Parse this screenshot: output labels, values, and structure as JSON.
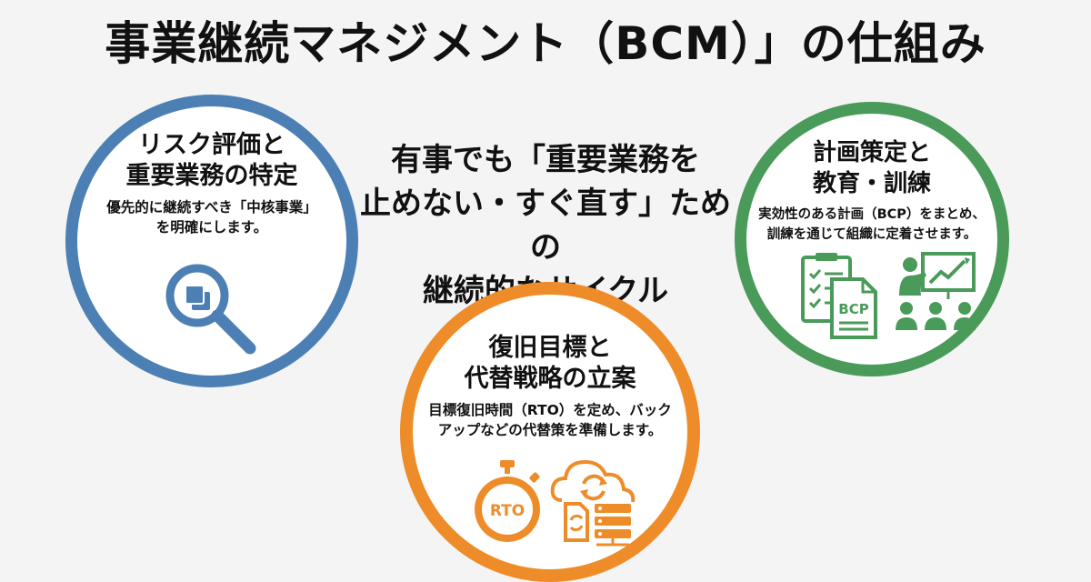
{
  "title": "事業継続マネジメント（BCM）」の仕組み",
  "center": {
    "line1": "有事でも「重要業務を",
    "line2": "止めない・すぐ直す」ための",
    "line3": "継続的なサイクル"
  },
  "risk": {
    "title_line1": "リスク評価と",
    "title_line2": "重要業務の特定",
    "desc_line1": "優先的に継続すべき「中核事業」",
    "desc_line2": "を明確にします。",
    "color": "#4c80b4"
  },
  "plan": {
    "title_line1": "計画策定と",
    "title_line2": "教育・訓練",
    "desc_line1": "実効性のある計画（BCP）をまとめ、",
    "desc_line2": "訓練を通じて組織に定着させます。",
    "icon_label": "BCP",
    "color": "#4a9a5a"
  },
  "rto": {
    "title_line1": "復旧目標と",
    "title_line2": "代替戦略の立案",
    "desc_line1": "目標復旧時間（RTO）を定め、バック",
    "desc_line2": "アップなどの代替策を準備します。",
    "icon_label": "RTO",
    "color": "#ef8c2a"
  }
}
